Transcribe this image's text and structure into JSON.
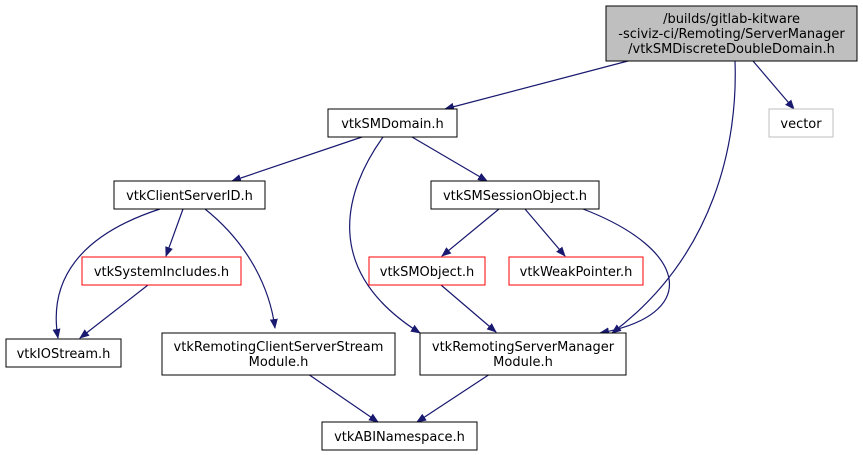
{
  "colors": {
    "edge": "#191970",
    "root_fill": "#bfbfbf",
    "root_border": "#000000",
    "node_border": "#000000",
    "truncated_border": "#ff0000",
    "external_border": "#bfbfbf",
    "text": "#000000"
  },
  "nodes": {
    "root": {
      "lines": [
        "/builds/gitlab-kitware",
        "-sciviz-ci/Remoting/ServerManager",
        "/vtkSMDiscreteDoubleDomain.h"
      ]
    },
    "smdomain": {
      "lines": [
        "vtkSMDomain.h"
      ]
    },
    "vector": {
      "lines": [
        "vector"
      ]
    },
    "clientserverid": {
      "lines": [
        "vtkClientServerID.h"
      ]
    },
    "sessionobject": {
      "lines": [
        "vtkSMSessionObject.h"
      ]
    },
    "systemincludes": {
      "lines": [
        "vtkSystemIncludes.h"
      ]
    },
    "smobject": {
      "lines": [
        "vtkSMObject.h"
      ]
    },
    "weakpointer": {
      "lines": [
        "vtkWeakPointer.h"
      ]
    },
    "iostream": {
      "lines": [
        "vtkIOStream.h"
      ]
    },
    "csstreammodule": {
      "lines": [
        "vtkRemotingClientServerStream",
        "Module.h"
      ]
    },
    "smmodule": {
      "lines": [
        "vtkRemotingServerManager",
        "Module.h"
      ]
    },
    "abinamespace": {
      "lines": [
        "vtkABINamespace.h"
      ]
    }
  }
}
